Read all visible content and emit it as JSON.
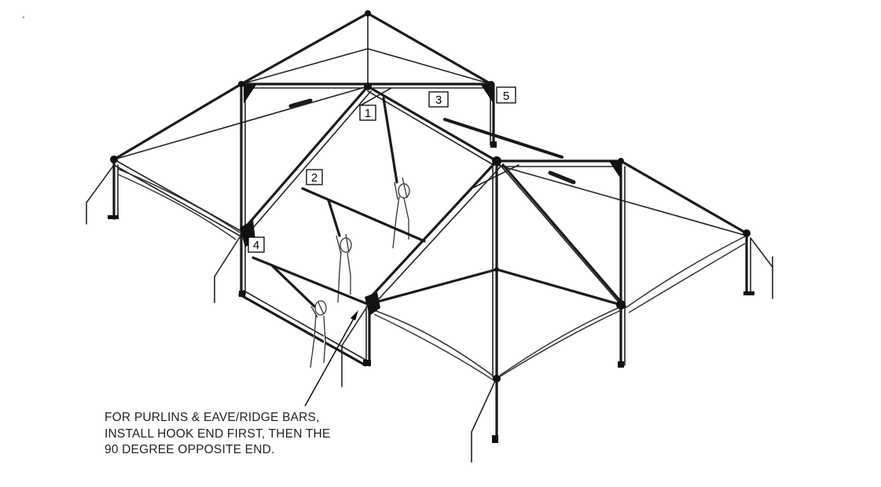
{
  "callouts": [
    {
      "id": "callout-1",
      "label": "1"
    },
    {
      "id": "callout-2",
      "label": "2"
    },
    {
      "id": "callout-3",
      "label": "3"
    },
    {
      "id": "callout-4",
      "label": "4"
    },
    {
      "id": "callout-5",
      "label": "5"
    }
  ],
  "note": {
    "line1": "FOR PURLINS & EAVE/RIDGE BARS,",
    "line2": "INSTALL HOOK END FIRST, THEN THE",
    "line3": "90 DEGREE OPPOSITE END."
  }
}
